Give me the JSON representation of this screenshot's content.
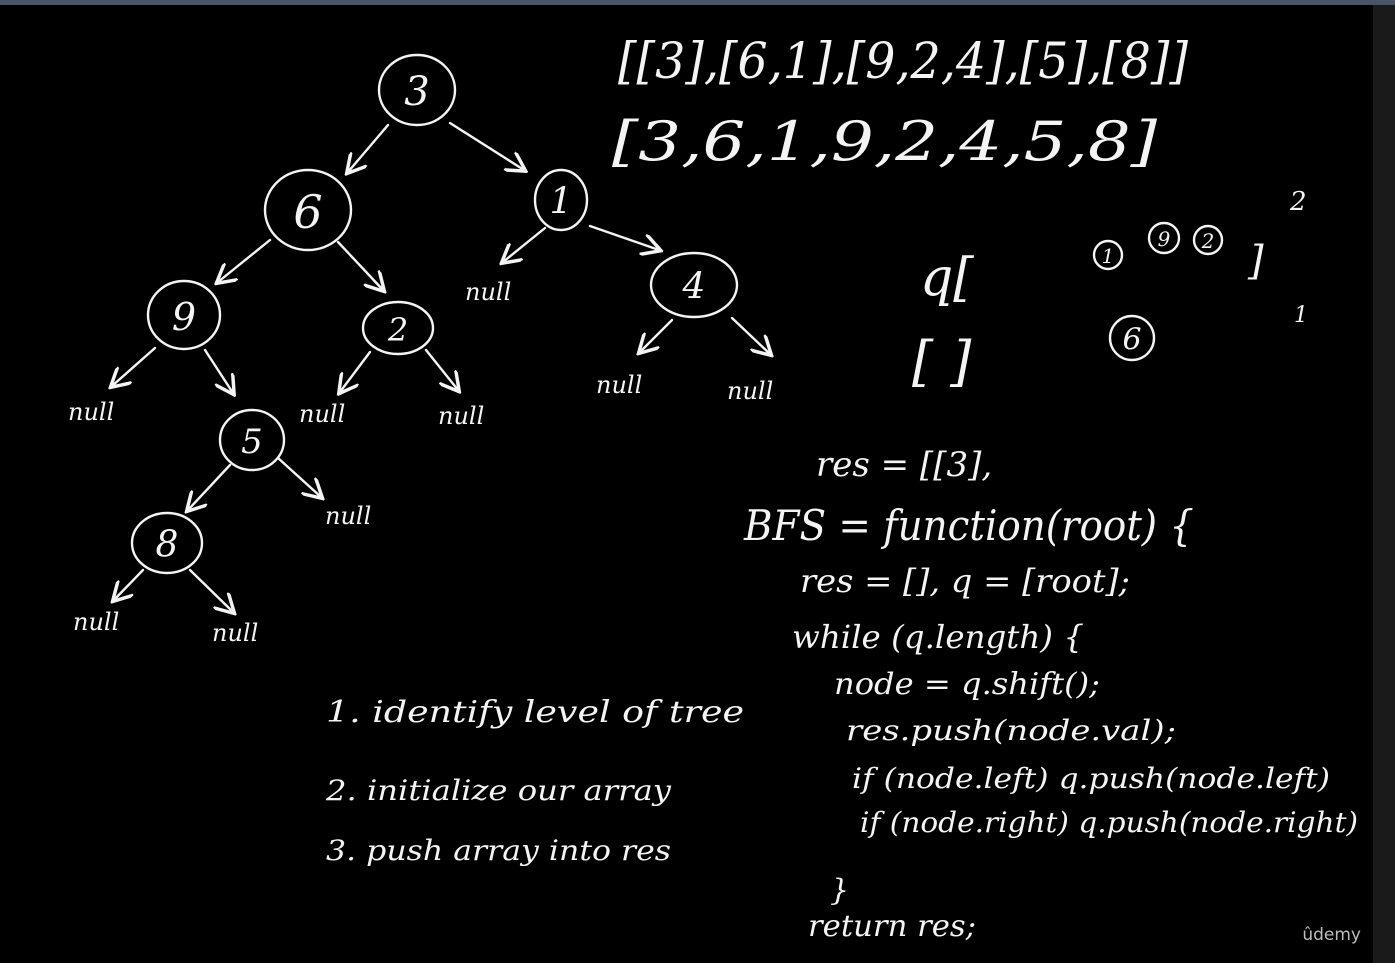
{
  "tree": {
    "nodes": [
      {
        "id": "n3",
        "label": "3"
      },
      {
        "id": "n6",
        "label": "6"
      },
      {
        "id": "n1",
        "label": "1"
      },
      {
        "id": "n9",
        "label": "9"
      },
      {
        "id": "n2",
        "label": "2"
      },
      {
        "id": "n4",
        "label": "4"
      },
      {
        "id": "n5",
        "label": "5"
      },
      {
        "id": "n8",
        "label": "8"
      }
    ],
    "null_label": "null"
  },
  "arrays": {
    "levels": "[[3],[6,1],[9,2,4],[5],[8]]",
    "flat": "[3,6,1,9,2,4,5,8]"
  },
  "queue_scratch": {
    "q_label": "q[",
    "q_items": [
      "1",
      "9",
      "2"
    ],
    "q_close": "]",
    "empty_brackets": "[   ]",
    "node_six": "6",
    "count_two": "2",
    "count_one": "1"
  },
  "code": {
    "lines": [
      "res = [[3],",
      "BFS = function(root) {",
      "res = [], q = [root];",
      "while (q.length) {",
      "node = q.shift();",
      "res.push(node.val);",
      "if (node.left) q.push(node.left)",
      "if (node.right) q.push(node.right)",
      "}",
      "return res;"
    ]
  },
  "steps": [
    "1. identify level of tree",
    "2. initialize our array",
    "3. push array into res"
  ],
  "watermark": "ûdemy",
  "colors": {
    "background": "#000000",
    "ink": "#f4f4f4",
    "top_strip": "#4a5566"
  }
}
